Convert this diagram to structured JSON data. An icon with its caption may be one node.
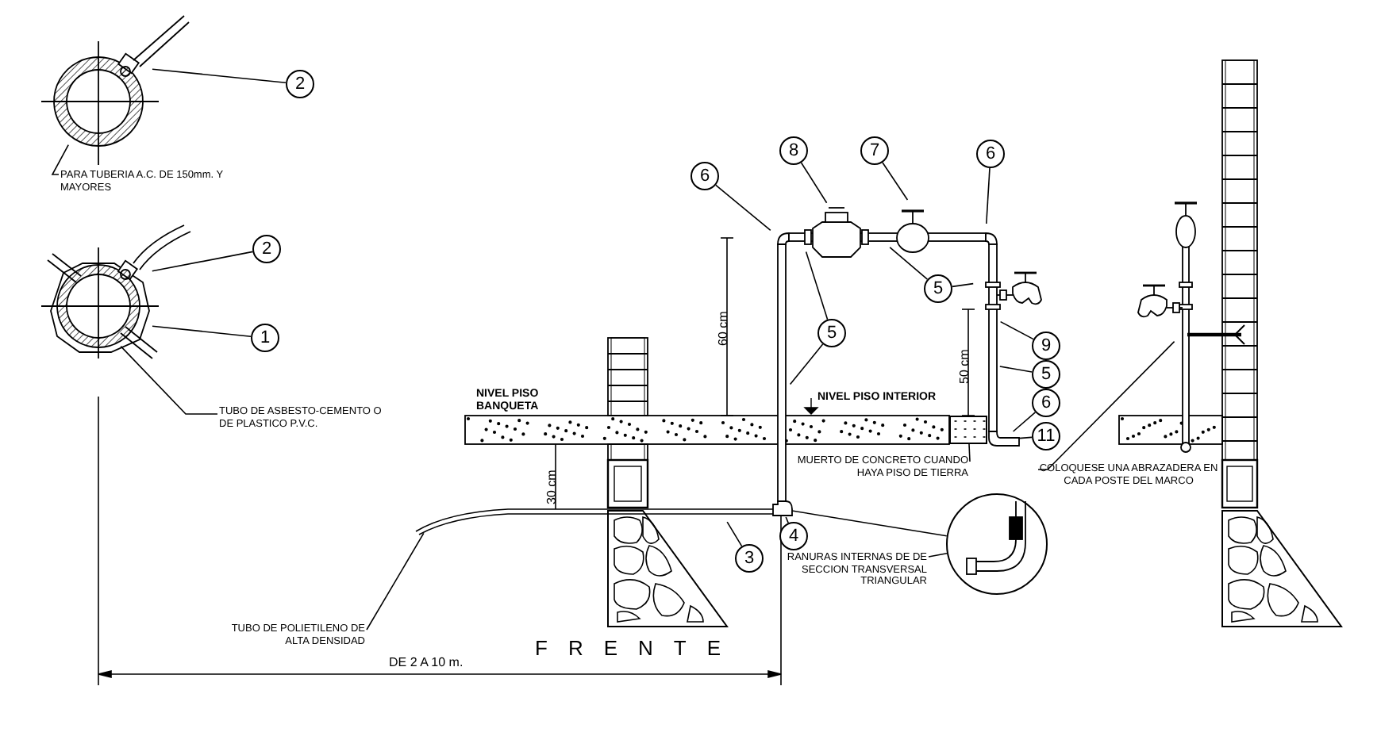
{
  "diagram": {
    "nodes": [
      {
        "text": [
          "2"
        ]
      },
      {
        "text": [
          "2"
        ]
      },
      {
        "text": [
          "1"
        ]
      },
      {
        "text": [
          "PARA TUBERIA A.C. DE 150mm. Y MAYORES"
        ]
      },
      {
        "text": [
          "TUBO DE ASBESTO-CEMENTO O DE PLASTICO P.V.C."
        ]
      },
      {
        "text": [
          "6"
        ]
      },
      {
        "text": [
          "8"
        ]
      },
      {
        "text": [
          "7"
        ]
      },
      {
        "text": [
          "6"
        ]
      },
      {
        "text": [
          "5"
        ]
      },
      {
        "text": [
          "5"
        ]
      },
      {
        "text": [
          "9"
        ]
      },
      {
        "text": [
          "5"
        ]
      },
      {
        "text": [
          "6"
        ]
      },
      {
        "text": [
          "11"
        ]
      },
      {
        "text": [
          "4"
        ]
      },
      {
        "text": [
          "3"
        ]
      },
      {
        "text": [
          "MUERTO DE CONCRETO CUANDO HAYA PISO DE TIERRA"
        ]
      },
      {
        "text": [
          "COLOQUESE UNA ABRAZADERA EN CADA POSTE DEL MARCO"
        ]
      },
      {
        "text": [
          "RANURAS INTERNAS DE DE SECCION TRANSVERSAL TRIANGULAR"
        ]
      },
      {
        "text": [
          "TUBO DE POLIETILENO DE ALTA DENSIDAD"
        ]
      },
      {
        "text": [],
        "shape": "circle"
      },
      {
        "text": [],
        "shape": "picture"
      },
      {
        "text": [],
        "shape": "box"
      },
      {
        "text": [],
        "shape": "picture"
      }
    ],
    "edges": [
      {
        "from": 0,
        "to": null,
        "arrow": "none"
      },
      {
        "from": 1,
        "to": null,
        "arrow": "none"
      },
      {
        "from": 2,
        "to": null,
        "arrow": "none"
      },
      {
        "from": 3,
        "to": null,
        "arrow": "none"
      },
      {
        "from": 4,
        "to": null,
        "arrow": "none"
      },
      {
        "from": 5,
        "to": null,
        "arrow": "none"
      },
      {
        "from": 6,
        "to": null,
        "arrow": "none"
      },
      {
        "from": 7,
        "to": null,
        "arrow": "none"
      },
      {
        "from": 8,
        "to": null,
        "arrow": "none"
      },
      {
        "from": 10,
        "to": null,
        "arrow": "none"
      },
      {
        "from": 10,
        "to": null,
        "arrow": "none"
      },
      {
        "from": 9,
        "to": null,
        "arrow": "none"
      },
      {
        "from": 9,
        "to": null,
        "arrow": "none"
      },
      {
        "from": 11,
        "to": null,
        "arrow": "none"
      },
      {
        "from": 12,
        "to": null,
        "arrow": "none"
      },
      {
        "from": 13,
        "to": 24,
        "arrow": "none"
      },
      {
        "from": 14,
        "to": 24,
        "arrow": "none"
      },
      {
        "from": 15,
        "to": 22,
        "arrow": "none"
      },
      {
        "from": 16,
        "to": null,
        "arrow": "none"
      },
      {
        "from": 17,
        "to": 23,
        "arrow": "none"
      },
      {
        "from": 18,
        "to": null,
        "arrow": "none"
      },
      {
        "from": 19,
        "to": 21,
        "arrow": "none"
      },
      {
        "from": 20,
        "to": null,
        "arrow": "none"
      },
      {
        "from": 22,
        "to": 21,
        "arrow": "none"
      }
    ],
    "labels": [
      "60 cm",
      "50 cm",
      "NIVEL PISO BANQUETA",
      "NIVEL PISO INTERIOR",
      "30 cm",
      "FRENTE",
      "DE 2 A 10 m."
    ]
  }
}
